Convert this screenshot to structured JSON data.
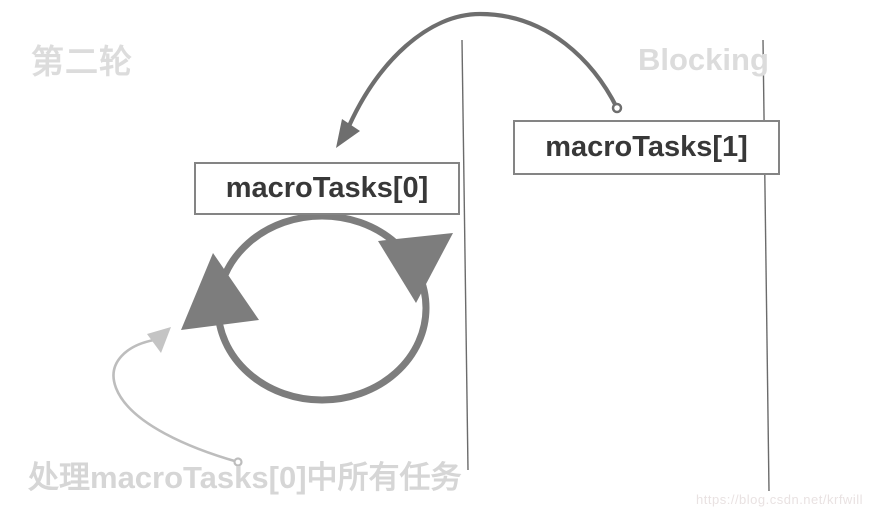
{
  "diagram": {
    "round_label": "第二轮",
    "blocking_label": "Blocking",
    "process_label": "处理macroTasks[0]中所有任务",
    "watermark": "https://blog.csdn.net/krfwill",
    "boxes": [
      {
        "label": "macroTasks[0]"
      },
      {
        "label": "macroTasks[1]"
      }
    ],
    "colors": {
      "ghost_label": "#dcdcdc",
      "process_label": "#d6d6d6",
      "box_border": "#848484",
      "box_text": "#383838",
      "cycle_gray": "#7d7d7d",
      "dark_arrow": "#6e6e6e",
      "light_arrow": "#bdbdbd",
      "guide_line": "#6b6b6b",
      "watermark_text": "#e9e2e2"
    }
  }
}
